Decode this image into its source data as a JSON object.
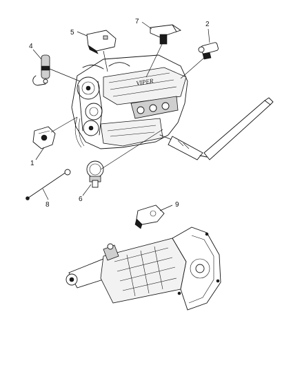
{
  "diagram": {
    "engine_logo": "VIPER",
    "callouts": [
      {
        "id": "1",
        "label": "1"
      },
      {
        "id": "2",
        "label": "2"
      },
      {
        "id": "4",
        "label": "4"
      },
      {
        "id": "5",
        "label": "5"
      },
      {
        "id": "6",
        "label": "6"
      },
      {
        "id": "7",
        "label": "7"
      },
      {
        "id": "8",
        "label": "8"
      },
      {
        "id": "9",
        "label": "9"
      }
    ]
  }
}
